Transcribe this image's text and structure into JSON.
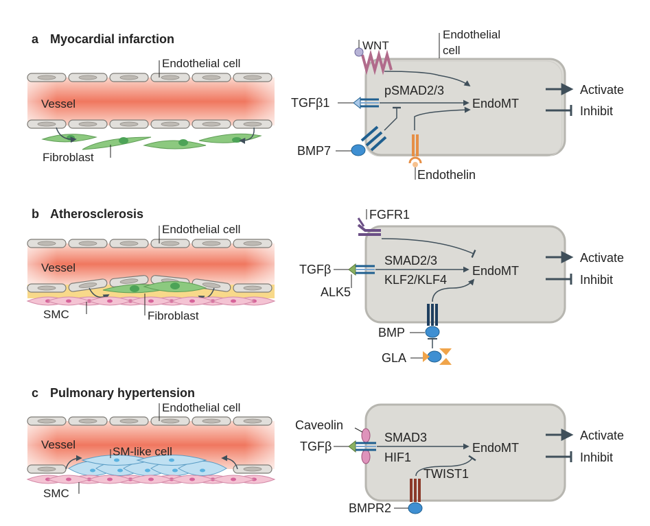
{
  "colors": {
    "vessel_red": "#f0775f",
    "endo_cell": "#e1dfdb",
    "endo_nucleus": "#bebab4",
    "fibroblast": "#8cc97f",
    "fibro_nucleus": "#4da357",
    "smc_pink": "#f4c3d3",
    "smc_nucleus": "#d6639a",
    "smlike_blue": "#bfe0f2",
    "smlike_nucleus": "#5ab2e0",
    "yellow_layer": "#f8d98a",
    "cell_panel": "#dcdbd6",
    "cell_border": "#b7b6b0",
    "arrow": "#3f4f5a",
    "receptor_blue": "#1f5f8f",
    "tgf_green": "#8ab061",
    "wnt_purple": "#b16b8b",
    "endothelin_orange": "#e68f46",
    "fgfr_purple": "#6b4f86",
    "gla_orange": "#f0a44a",
    "caveolin_pink": "#de93bb",
    "bmpr_red": "#8b3a2a"
  },
  "panel_a": {
    "letter": "a",
    "title": "Myocardial infarction",
    "endothelial_label": "Endothelial cell",
    "vessel_label": "Vessel",
    "fibroblast_label": "Fibroblast",
    "cell_label_line1": "Endothelial",
    "cell_label_line2": "cell",
    "wnt": "WNT",
    "tgf": "TGFβ1",
    "bmp7": "BMP7",
    "psmad": "pSMAD2/3",
    "endomt": "EndoMT",
    "endothelin": "Endothelin",
    "activate": "Activate",
    "inhibit": "Inhibit"
  },
  "panel_b": {
    "letter": "b",
    "title": "Atherosclerosis",
    "endothelial_label": "Endothelial cell",
    "vessel_label": "Vessel",
    "smc_label": "SMC",
    "fibroblast_label": "Fibroblast",
    "fgfr1": "FGFR1",
    "tgf": "TGFβ",
    "alk5": "ALK5",
    "smad": "SMAD2/3",
    "klf": "KLF2/KLF4",
    "endomt": "EndoMT",
    "bmp": "BMP",
    "gla": "GLA",
    "activate": "Activate",
    "inhibit": "Inhibit"
  },
  "panel_c": {
    "letter": "c",
    "title": "Pulmonary hypertension",
    "endothelial_label": "Endothelial cell",
    "vessel_label": "Vessel",
    "smlike_label": "SM-like cell",
    "smc_label": "SMC",
    "caveolin": "Caveolin",
    "tgf": "TGFβ",
    "smad3": "SMAD3",
    "hif1": "HIF1",
    "endomt": "EndoMT",
    "twist1": "TWIST1",
    "bmpr2": "BMPR2",
    "activate": "Activate",
    "inhibit": "Inhibit"
  }
}
